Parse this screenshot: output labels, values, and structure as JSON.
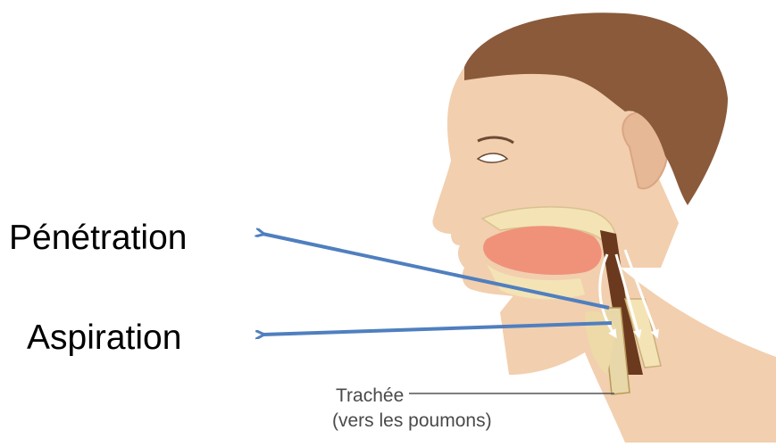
{
  "labels": {
    "penetration": "Pénétration",
    "aspiration": "Aspiration",
    "trachea": "Trachée",
    "trachea_sub": "(vers les poumons)"
  },
  "colors": {
    "arrow": "#4f7fbf",
    "skin": "#f2cfae",
    "skin_shadow": "#e6b896",
    "hair": "#8a5a3b",
    "tongue": "#f0927a",
    "palate": "#f4e3b5",
    "throat": "#6b3a1e",
    "leader_line": "#555555"
  }
}
